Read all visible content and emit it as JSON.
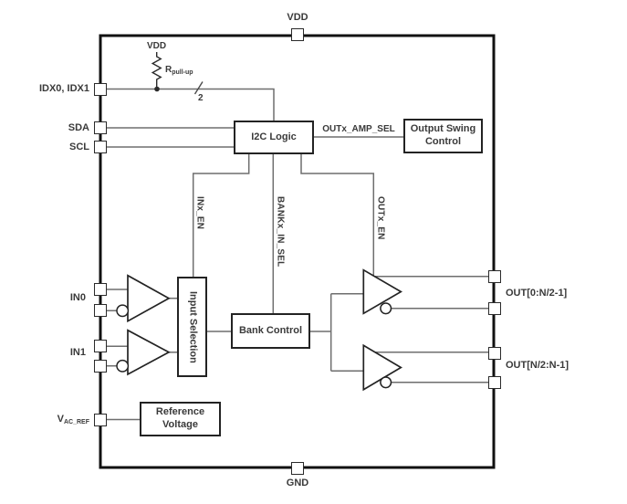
{
  "colors": {
    "wire": "#6e6e6e",
    "outline": "#232323",
    "chip_border": "#111111",
    "text": "#3a3a3a"
  },
  "pins": {
    "vdd_top": "VDD",
    "gnd": "GND",
    "idx": "IDX0, IDX1",
    "sda": "SDA",
    "scl": "SCL",
    "in0": "IN0",
    "in1": "IN1",
    "vac_base": "V",
    "vac_sub": "AC_REF",
    "out_upper": "OUT[0:N/2-1]",
    "out_lower": "OUT[N/2:N-1]"
  },
  "blocks": {
    "i2c": "I2C Logic",
    "output_swing": "Output Swing Control",
    "input_selection": "Input Selection",
    "bank_control": "Bank Control",
    "reference": "Reference Voltage"
  },
  "signals": {
    "amp_sel": "OUTx_AMP_SEL",
    "inx_en": "INx_EN",
    "bankx_in_sel": "BANKx_IN_SEL",
    "outx_en": "OUTx_EN"
  },
  "pullup": {
    "vdd": "VDD",
    "r_base": "R",
    "r_sub": "pull-up",
    "bus_width": "2"
  }
}
